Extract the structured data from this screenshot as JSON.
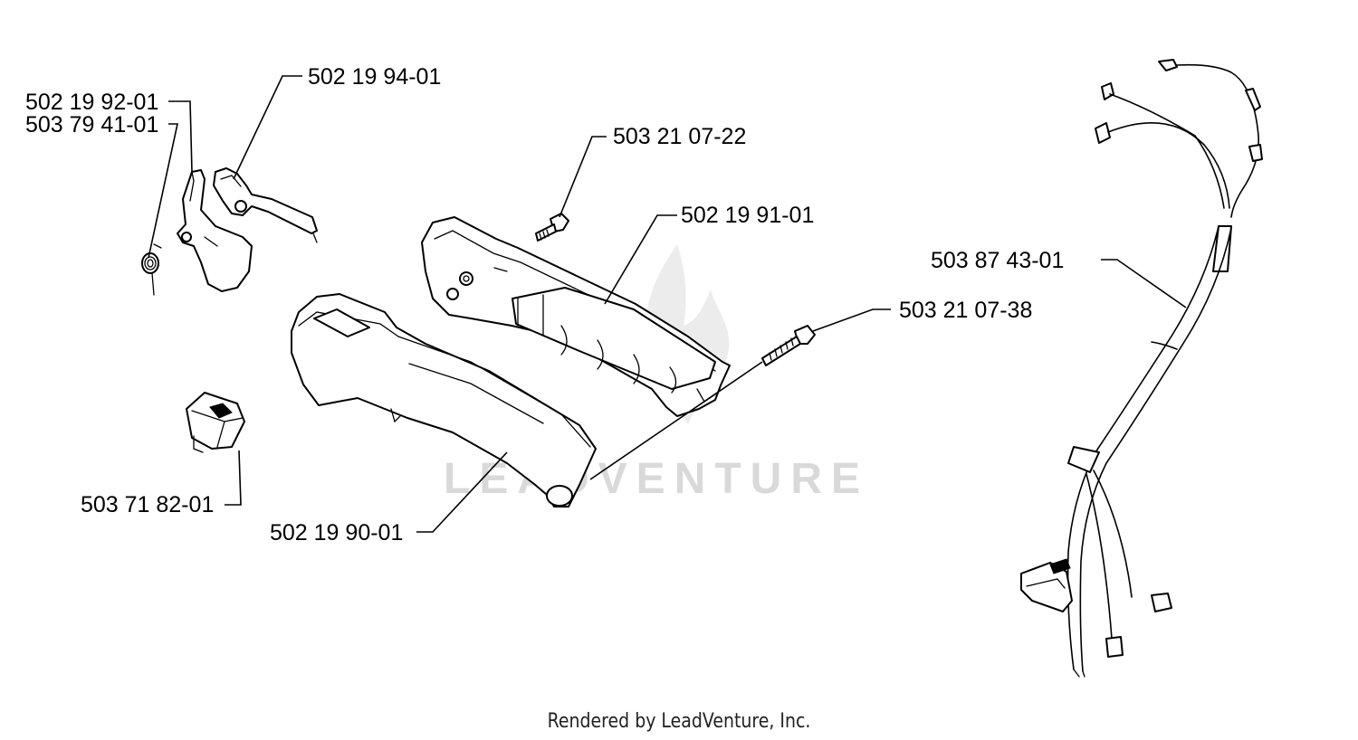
{
  "labels": {
    "p1": "502 19 92-01",
    "p2": "503 79 41-01",
    "p3": "502 19 94-01",
    "p4": "503 21 07-22",
    "p5": "502 19 91-01",
    "p6": "503 87 43-01",
    "p7": "503 21 07-38",
    "p8": "503 71 82-01",
    "p9": "502 19 90-01"
  },
  "watermark": "LEADVENTURE",
  "footer": "Rendered by LeadVenture, Inc."
}
